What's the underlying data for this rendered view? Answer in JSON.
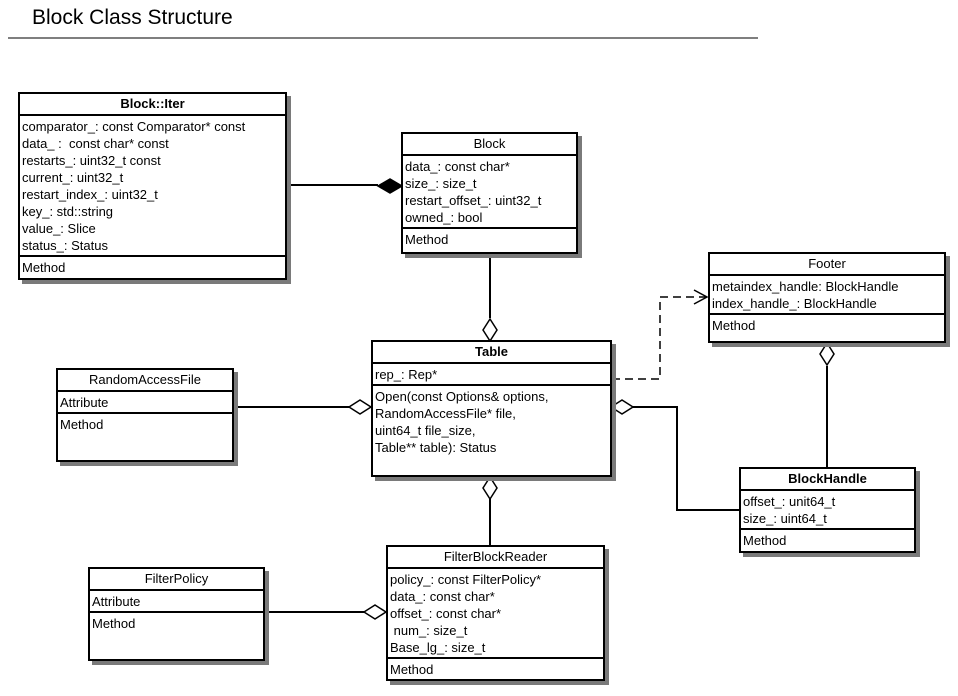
{
  "title": "Block Class Structure",
  "classes": {
    "block_iter": {
      "name": "Block::Iter",
      "fields": [
        "comparator_: const Comparator* const",
        "data_ :  const char* const",
        "restarts_: uint32_t const",
        "current_: uint32_t",
        "restart_index_: uint32_t",
        "key_: std::string",
        "value_: Slice",
        "status_: Status"
      ],
      "methods": [
        "Method"
      ]
    },
    "block": {
      "name": "Block",
      "fields": [
        "data_: const char*",
        "size_: size_t",
        "restart_offset_: uint32_t",
        "owned_: bool"
      ],
      "methods": [
        "Method"
      ]
    },
    "footer": {
      "name": "Footer",
      "fields": [
        "metaindex_handle: BlockHandle",
        "index_handle_: BlockHandle"
      ],
      "methods": [
        "Method"
      ]
    },
    "table": {
      "name": "Table",
      "fields": [
        "rep_: Rep*"
      ],
      "methods": [
        "Open(const Options& options,",
        "RandomAccessFile* file,",
        "uint64_t file_size,",
        "Table** table): Status"
      ]
    },
    "random_access_file": {
      "name": "RandomAccessFile",
      "fields": [
        "Attribute"
      ],
      "methods": [
        "Method"
      ]
    },
    "block_handle": {
      "name": "BlockHandle",
      "fields": [
        "offset_: unit64_t",
        "size_: uint64_t"
      ],
      "methods": [
        "Method"
      ]
    },
    "filter_block_reader": {
      "name": "FilterBlockReader",
      "fields": [
        "policy_: const FilterPolicy*",
        "data_: const char*",
        "offset_: const char*",
        " num_: size_t",
        "Base_lg_: size_t"
      ],
      "methods": [
        "Method"
      ]
    },
    "filter_policy": {
      "name": "FilterPolicy",
      "fields": [
        "Attribute"
      ],
      "methods": [
        "Method"
      ]
    }
  }
}
